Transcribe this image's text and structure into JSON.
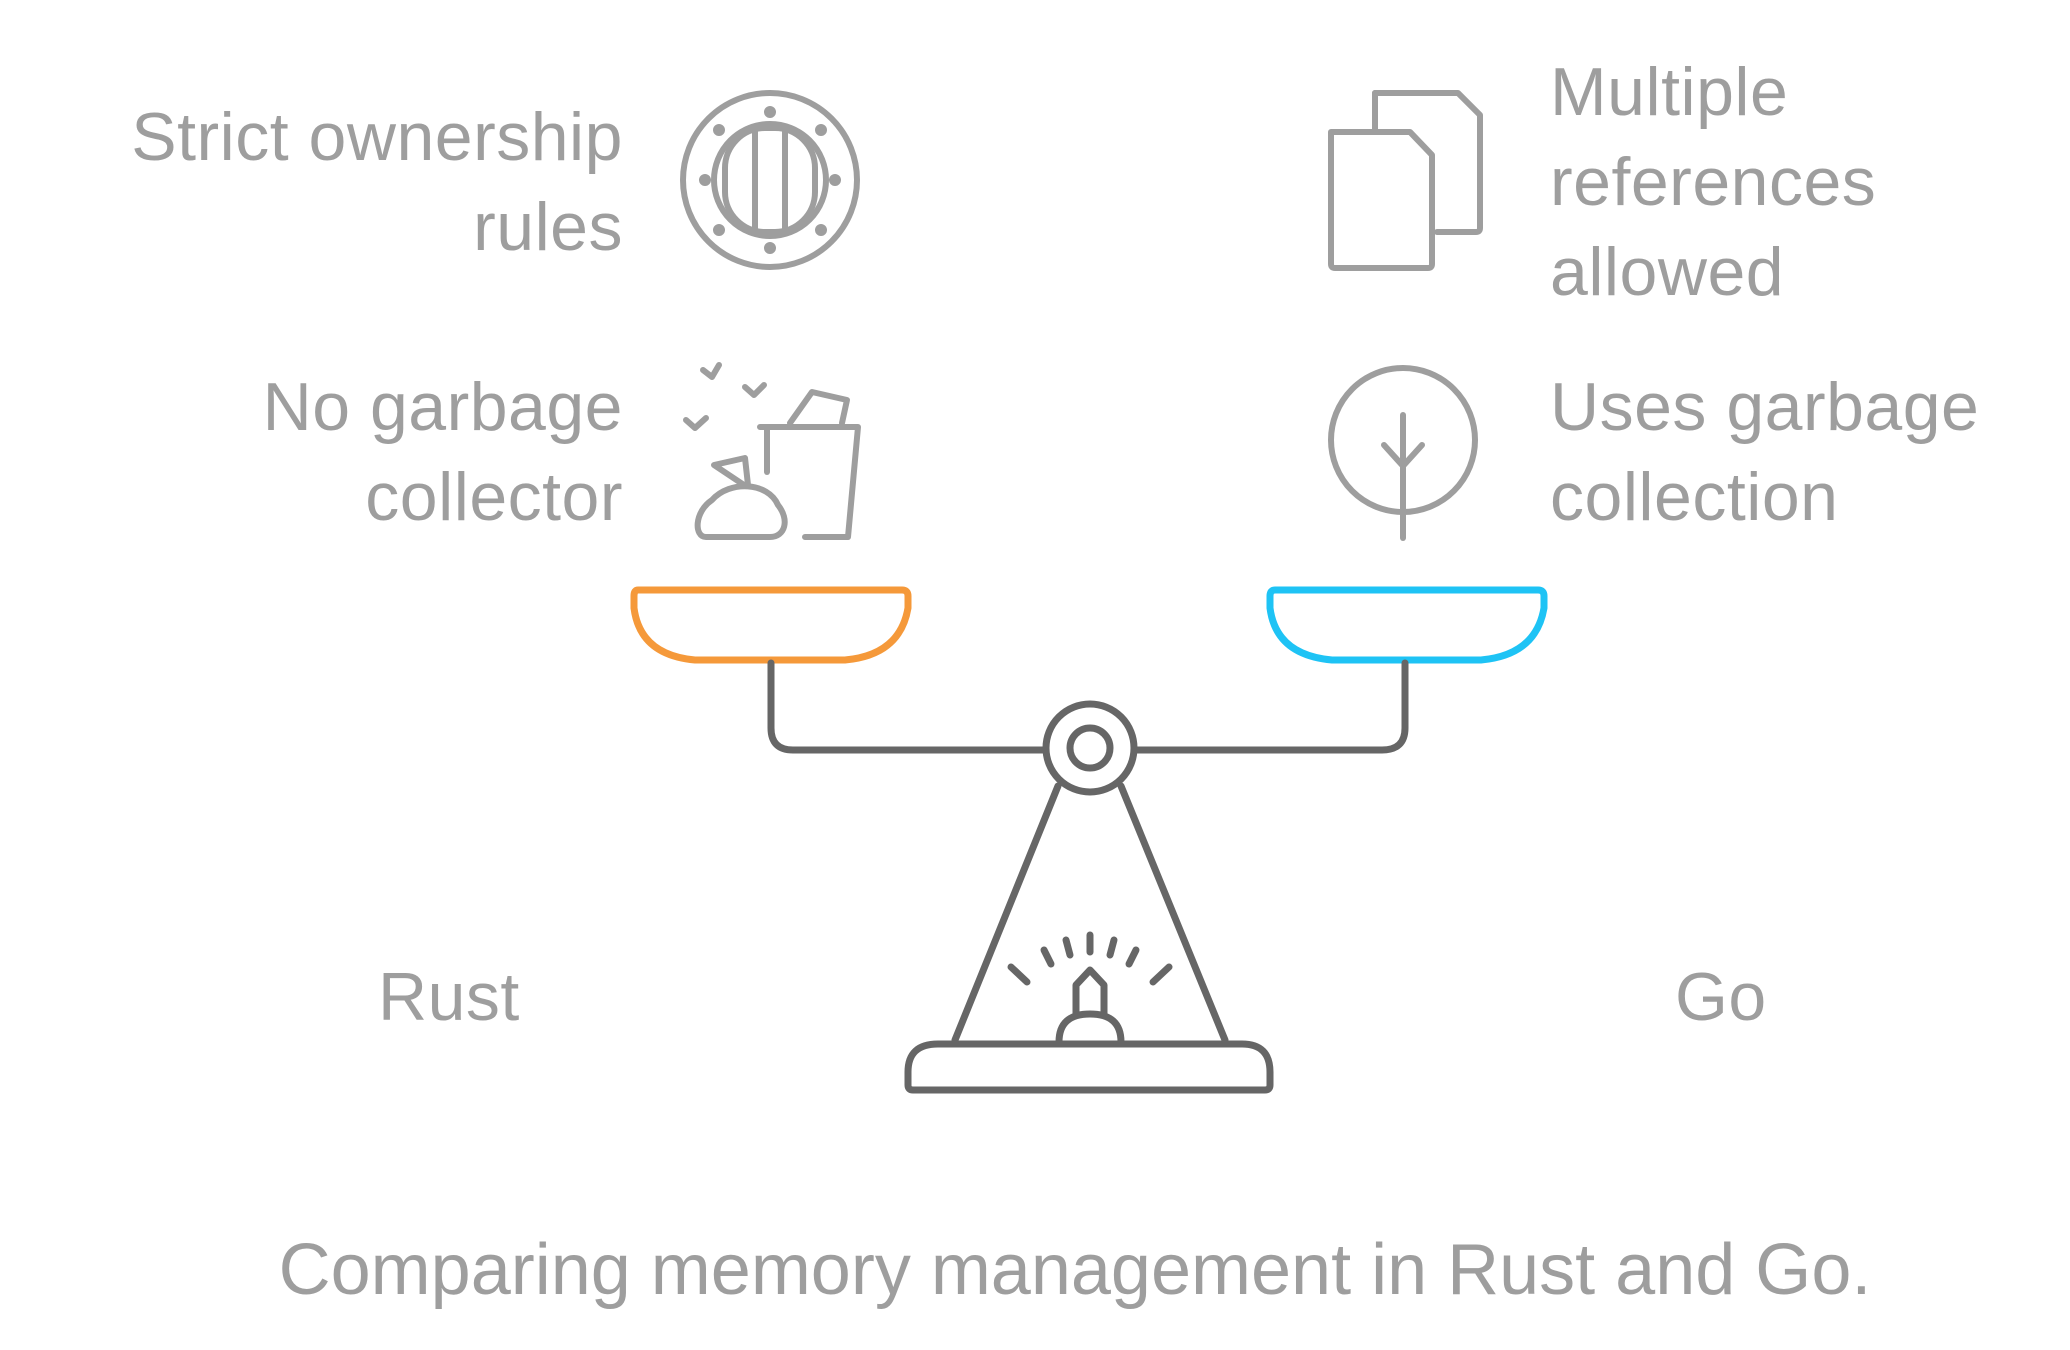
{
  "left": {
    "name": "Rust",
    "accent_color": "#f5993a",
    "features": [
      {
        "text": "Strict ownership\nrules",
        "icon": "ship-porthole-icon"
      },
      {
        "text": "No garbage\ncollector",
        "icon": "trash-bin-icon"
      }
    ]
  },
  "right": {
    "name": "Go",
    "accent_color": "#1ec3f5",
    "features": [
      {
        "text": "Multiple\nreferences\nallowed",
        "icon": "copy-documents-icon"
      },
      {
        "text": "Uses garbage\ncollection",
        "icon": "tree-icon"
      }
    ]
  },
  "caption": "Comparing memory management in Rust and Go.",
  "colors": {
    "text": "#9e9e9e",
    "icon_stroke": "#9e9e9e",
    "scale_stroke": "#666666"
  }
}
